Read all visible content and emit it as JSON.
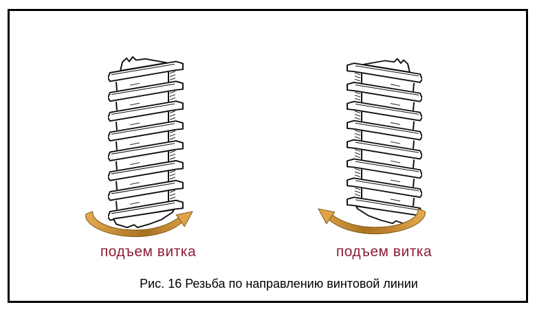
{
  "figure": {
    "caption": "Рис. 16 Резьба по направлению винтовой линии",
    "left_panel": {
      "label": "подъем витка",
      "illustration": "screw-thread-rising-to-right",
      "arrow": "curved-gold-arrow-head-up-right"
    },
    "right_panel": {
      "label": "подъем витка",
      "illustration": "screw-thread-rising-to-left",
      "arrow": "curved-gold-arrow-head-up-left"
    }
  },
  "theme": {
    "label-color": "#8b1e35",
    "caption-color": "#000000",
    "frame-color": "#000000",
    "canvas-bg": "#ffffff",
    "arrow-gold": "#d79a3e",
    "arrow-gold-dark": "#9a671b"
  }
}
